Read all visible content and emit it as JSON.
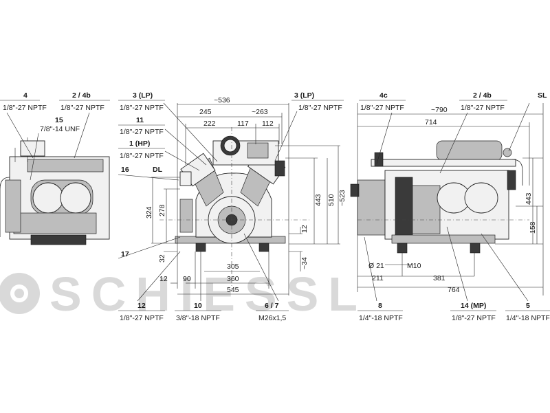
{
  "watermark": "SCHIESSL",
  "callouts": {
    "l4": "4",
    "l4_spec": "1/8\"-27 NPTF",
    "l2_4b_left": "2 / 4b",
    "l2_4b_left_spec": "1/8\"-27 NPTF",
    "l15": "15",
    "l15_spec": "7/8\"-14 UNF",
    "l3lp_a": "3 (LP)",
    "l3lp_a_spec": "1/8\"-27 NPTF",
    "l11": "11",
    "l11_spec": "1/8\"-27 NPTF",
    "l1hp": "1 (HP)",
    "l1hp_spec": "1/8\"-27 NPTF",
    "l16": "16",
    "ldl": "DL",
    "l17": "17",
    "l3lp_b": "3 (LP)",
    "l3lp_b_spec": "1/8\"-27 NPTF",
    "l12": "12",
    "l12_spec": "1/8\"-27 NPTF",
    "l10": "10",
    "l10_spec": "3/8\"-18 NPTF",
    "l6_7": "6 / 7",
    "l6_7_spec": "M26x1,5",
    "l4c": "4c",
    "l4c_spec": "1/8\"-27 NPTF",
    "l2_4b_right": "2 / 4b",
    "l2_4b_right_spec": "1/8\"-27 NPTF",
    "lsl": "SL",
    "l8": "8",
    "l8_spec": "1/4\"-18 NPTF",
    "l14mp": "14 (MP)",
    "l14mp_spec": "1/8\"-27 NPTF",
    "l5": "5",
    "l5_spec": "1/4\"-18 NPTF"
  },
  "dimensions": {
    "d536": "~536",
    "d245": "245",
    "d263": "~263",
    "d222": "222",
    "d117": "117",
    "d112": "112",
    "d443a": "443",
    "d510": "510",
    "d523": "~523",
    "d12v": "12",
    "d34": "~34",
    "d324": "324",
    "d278": "278",
    "d32": "32",
    "d305": "305",
    "d360": "360",
    "d545": "545",
    "d12h": "12",
    "d90": "90",
    "d790": "~790",
    "d714": "714",
    "d443b": "443",
    "d158": "158",
    "d21": "Ø 21",
    "dm10": "M10",
    "d211": "211",
    "d381": "381",
    "d764": "764"
  }
}
